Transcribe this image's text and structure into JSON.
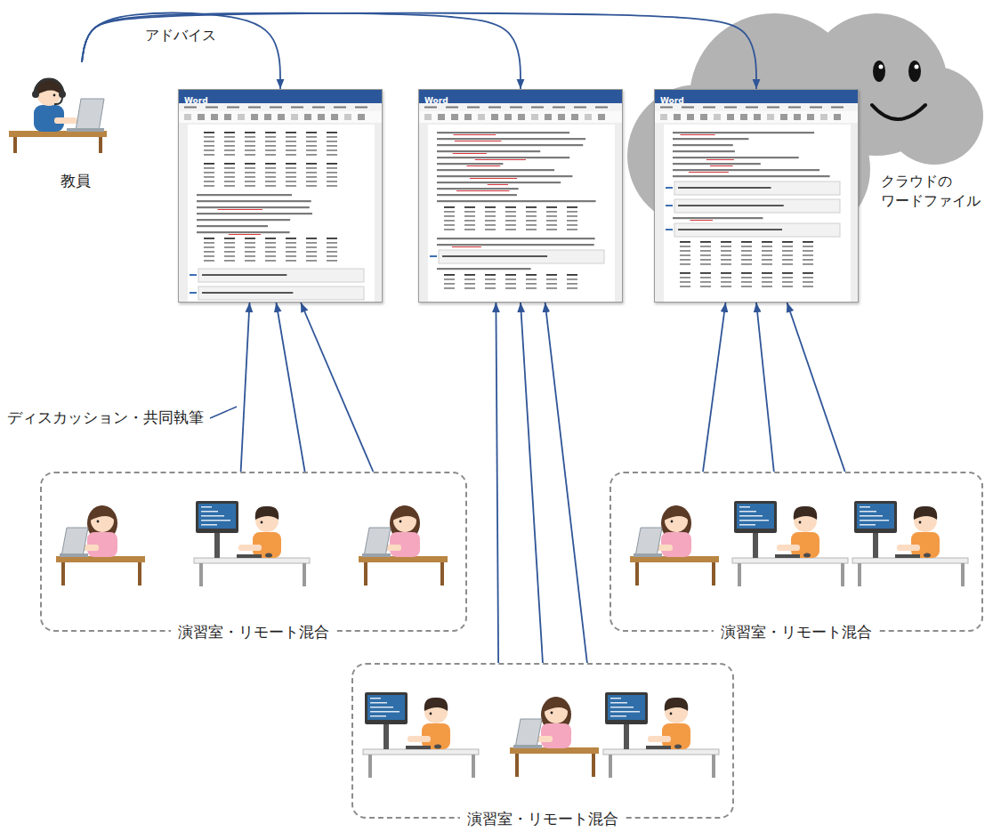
{
  "diagram": {
    "nodes": [
      {
        "text": [
          "教員"
        ]
      },
      {
        "text": [
          "Word"
        ]
      },
      {
        "text": [
          "Word"
        ]
      },
      {
        "text": [
          "Word"
        ]
      },
      {
        "text": [
          "クラウドの ワードファイル"
        ]
      },
      {
        "text": [
          "演習室・リモート混合"
        ]
      },
      {
        "text": [
          "演習室・リモート混合"
        ]
      },
      {
        "text": [
          "演習室・リモート混合"
        ]
      }
    ],
    "edges": [
      {
        "from": 0,
        "to": 1,
        "label": "アドバイス",
        "arrow": "to"
      },
      {
        "from": 0,
        "to": 2,
        "arrow": "to"
      },
      {
        "from": 0,
        "to": 3,
        "arrow": "to"
      },
      {
        "from": 5,
        "to": 1,
        "arrow": "to"
      },
      {
        "from": 5,
        "to": 1,
        "arrow": "to"
      },
      {
        "from": 5,
        "to": 1,
        "arrow": "to"
      },
      {
        "from": 7,
        "to": 2,
        "arrow": "to"
      },
      {
        "from": 7,
        "to": 2,
        "arrow": "to"
      },
      {
        "from": 7,
        "to": 2,
        "arrow": "to"
      },
      {
        "from": 6,
        "to": 3,
        "arrow": "to"
      },
      {
        "from": 6,
        "to": 3,
        "arrow": "to"
      },
      {
        "from": 6,
        "to": 3,
        "arrow": "to"
      }
    ],
    "labels": [
      "ディスカッション・共同執筆"
    ]
  }
}
